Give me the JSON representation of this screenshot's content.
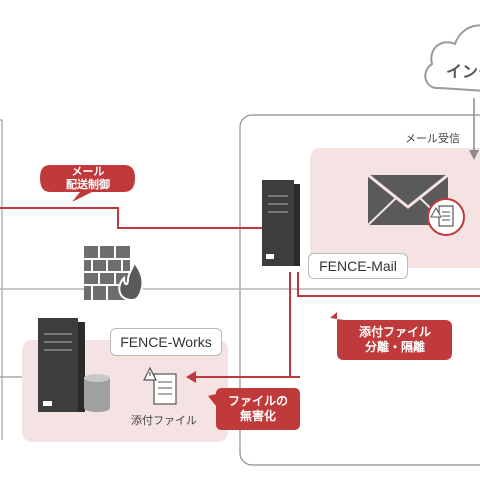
{
  "cloud": {
    "label": "インタ"
  },
  "mail_receive_label": "メール受信",
  "fence_mail": {
    "label": "FENCE-Mail"
  },
  "fence_works": {
    "label": "FENCE-Works"
  },
  "attachment_label": "添付ファイル",
  "callouts": {
    "delivery_control": {
      "line1": "メール",
      "line2": "配送制御"
    },
    "separate_isolate": {
      "line1": "添付ファイル",
      "line2": "分離・隔離"
    },
    "sanitize": {
      "line1": "ファイルの",
      "line2": "無害化"
    }
  },
  "colors": {
    "accent": "#c0393b",
    "zone_pink": "#f5e3e3",
    "server_dark": "#3d3d3d",
    "border_grey": "#a0a0a0"
  }
}
